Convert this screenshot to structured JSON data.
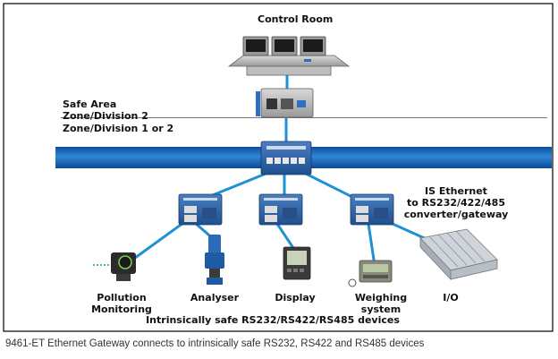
{
  "diagram": {
    "control_room_label": "Control Room",
    "safe_area_label": "Safe Area",
    "zone_div2_label": "Zone/Division 2",
    "zone_div1_label": "Zone/Division 1 or 2",
    "converter_label_1": "IS Ethernet",
    "converter_label_2": "to RS232/422/485",
    "converter_label_3": "converter/gateway",
    "device_labels": {
      "pollution_1": "Pollution",
      "pollution_2": "Monitoring",
      "analyser": "Analyser",
      "display": "Display",
      "weighing_1": "Weighing",
      "weighing_2": "system",
      "io": "I/O"
    },
    "devices_caption": "Intrinsically safe RS232/RS422/RS485 devices",
    "colors": {
      "ethernet_bus": "#1a6fc4",
      "cable": "#1e90d6",
      "gateway_body": "#3b6fb0",
      "frame": "#000000"
    }
  },
  "caption": "9461-ET Ethernet Gateway connects to intrinsically safe RS232, RS422 and RS485 devices"
}
